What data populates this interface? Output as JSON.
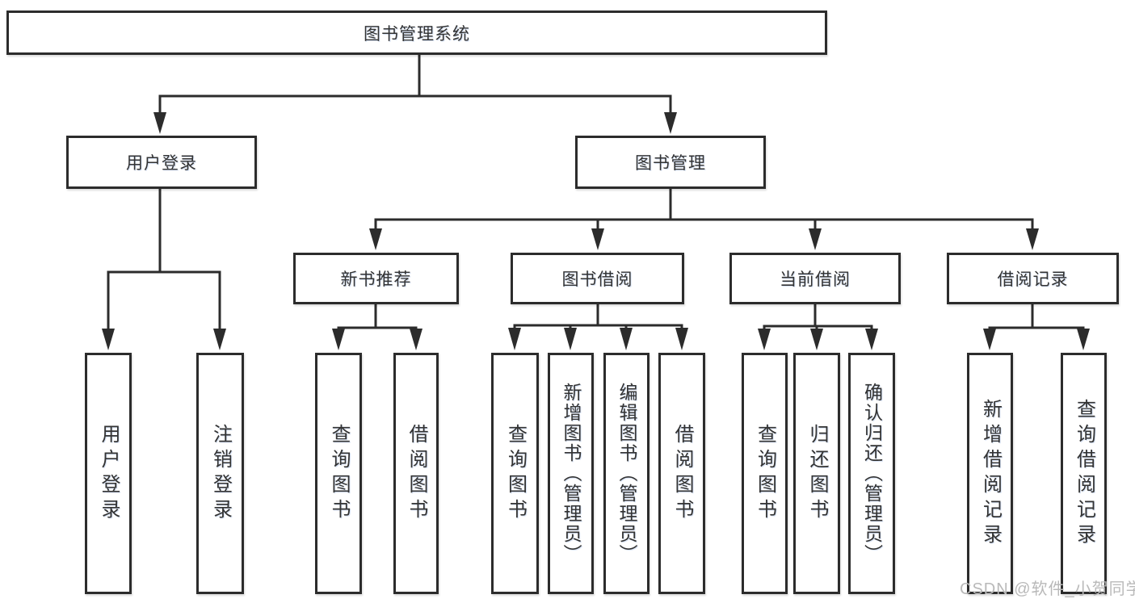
{
  "diagram": {
    "root": {
      "label": "图书管理系统"
    },
    "level2": [
      {
        "label": "用户登录"
      },
      {
        "label": "图书管理"
      }
    ],
    "level3": [
      {
        "label": "新书推荐"
      },
      {
        "label": "图书借阅"
      },
      {
        "label": "当前借阅"
      },
      {
        "label": "借阅记录"
      }
    ],
    "leaves": {
      "user_login": [
        "用户登录",
        "注销登录"
      ],
      "new_books": [
        "查询图书",
        "借阅图书"
      ],
      "borrowing": [
        "查询图书",
        "新增图书（管理员）",
        "编辑图书（管理员）",
        "借阅图书"
      ],
      "current": [
        "查询图书",
        "归还图书",
        "确认归还（管理员）"
      ],
      "records": [
        "新增借阅记录",
        "查询借阅记录"
      ]
    }
  },
  "watermark": {
    "text": "CSDN @软件_小贺同学",
    "color": "#b9b9b9"
  },
  "colors": {
    "line": "#2c2c2c",
    "text": "#333333",
    "background": "#ffffff"
  }
}
